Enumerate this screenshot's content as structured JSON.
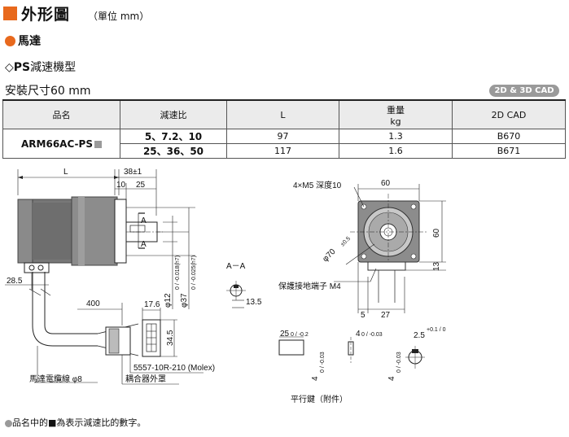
{
  "header": {
    "title": "外形圖",
    "unit": "（單位 mm）"
  },
  "section": {
    "motor_label": "馬達",
    "gear_prefix": "◇",
    "gear_bold": "PS",
    "gear_rest": "減速機型",
    "size_label": "安裝尺寸60 mm",
    "cad_badge": "2D & 3D CAD"
  },
  "table": {
    "headers": {
      "name": "品名",
      "ratio": "減速比",
      "l": "L",
      "weight": "重量",
      "weight_unit": "kg",
      "cad": "2D CAD"
    },
    "model": "ARM66AC-PS",
    "rows": [
      {
        "ratio": "5、7.2、10",
        "l": "97",
        "weight": "1.3",
        "cad": "B670"
      },
      {
        "ratio": "25、36、50",
        "l": "117",
        "weight": "1.6",
        "cad": "B671"
      }
    ]
  },
  "drawing": {
    "L": "L",
    "dim_38": "38±1",
    "dim_10": "10",
    "dim_25": "25",
    "section_A": "A",
    "dia_12": "φ12",
    "dia_12_tol": "0 / -0.018(h7)",
    "dia_37": "φ37",
    "dia_37_tol": "0 / -0.025(h7)",
    "dim_28_5": "28.5",
    "dim_400": "400",
    "dim_17_6": "17.6",
    "dim_34_5": "34.5",
    "aa_label": "A－A",
    "dim_13_5": "13.5",
    "m5_label": "4×M5 深度10",
    "dim_60_top": "60",
    "dim_60_side": "60",
    "dia_70": "φ70",
    "dia_70_tol": "±0.5",
    "dim_13": "13",
    "ground_label": "保護接地端子 M4",
    "dim_5": "5",
    "dim_27": "27",
    "connector": "5557-10R-210 (Molex)",
    "cable_label": "馬達電纜線 φ8",
    "cover_label": "耦合器外罩",
    "key_25": "25",
    "key_25_tol": "0 / -0.2",
    "key_4a": "4",
    "key_4a_tol": "0 / -0.03",
    "key_2_5": "2.5",
    "key_2_5_tol": "+0.1 / 0",
    "key_4b": "4",
    "key_4b_tol": "0 / -0.03",
    "key_4c": "4",
    "key_4c_tol": "0 / -0.03",
    "key_caption": "平行鍵（附件）"
  },
  "footnote": "品名中的■為表示減速比的數字。"
}
